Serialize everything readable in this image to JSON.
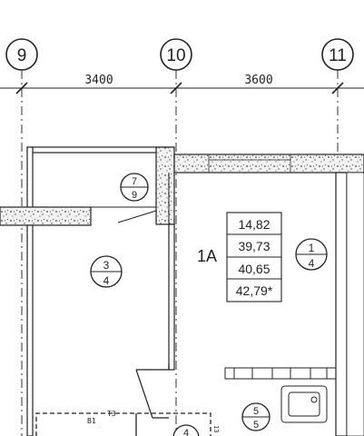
{
  "axes": [
    {
      "id": "9",
      "label": "9"
    },
    {
      "id": "10",
      "label": "10"
    },
    {
      "id": "11",
      "label": "11"
    }
  ],
  "dimensions": [
    {
      "from": "9",
      "to": "10",
      "label": "3400"
    },
    {
      "from": "10",
      "to": "11",
      "label": "3600"
    }
  ],
  "apartment": {
    "code": "1A",
    "areas": [
      "14,82",
      "39,73",
      "40,65",
      "42,79*"
    ]
  },
  "room_markers": [
    {
      "id": "loggia",
      "top": "7",
      "bottom": "9"
    },
    {
      "id": "left-room",
      "top": "3",
      "bottom": "4"
    },
    {
      "id": "right-room",
      "top": "1",
      "bottom": "4"
    },
    {
      "id": "kitchen",
      "top": "5",
      "bottom": "5"
    },
    {
      "id": "bath",
      "top": "4",
      "bottom": ""
    }
  ],
  "small_labels": {
    "b1": "B1",
    "t3": "T3",
    "side": "13"
  },
  "colors": {
    "line": "#222222",
    "paper": "#ffffff",
    "wall_fill": "#f2f2f2"
  }
}
